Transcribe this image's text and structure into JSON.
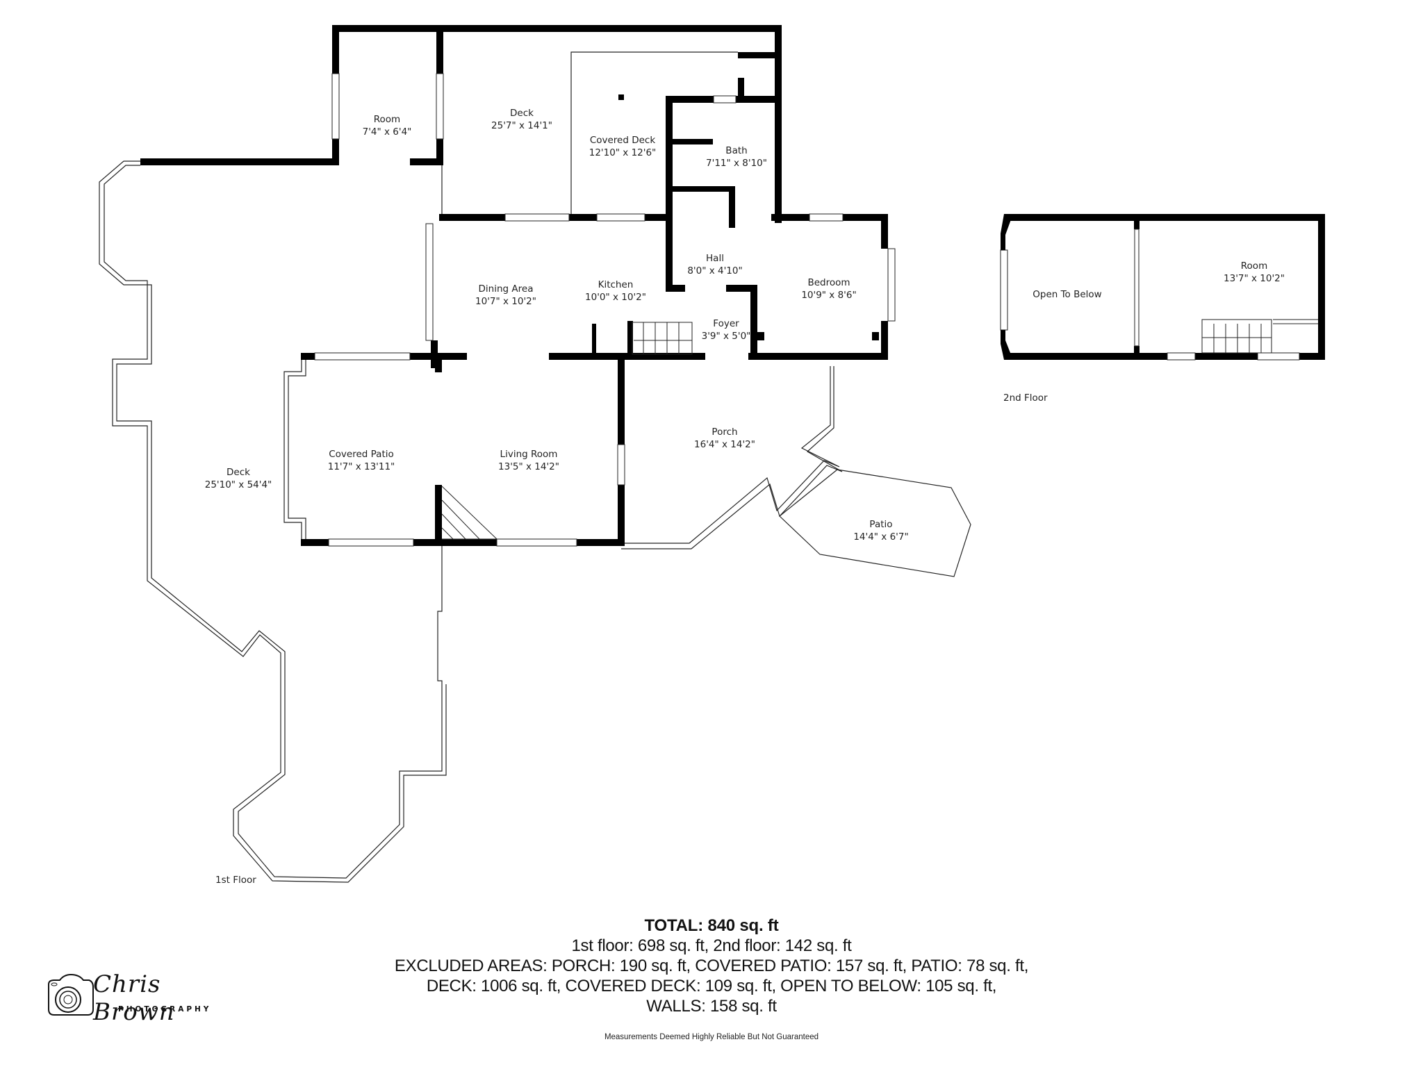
{
  "floor_plan": {
    "first_floor": {
      "label": "1st Floor",
      "rooms": [
        {
          "name": "Room",
          "dims": "7'4\" x 6'4\""
        },
        {
          "name": "Deck",
          "dims": "25'7\" x 14'1\""
        },
        {
          "name": "Covered Deck",
          "dims": "12'10\" x 12'6\""
        },
        {
          "name": "Bath",
          "dims": "7'11\" x 8'10\""
        },
        {
          "name": "Hall",
          "dims": "8'0\" x 4'10\""
        },
        {
          "name": "Dining Area",
          "dims": "10'7\" x 10'2\""
        },
        {
          "name": "Kitchen",
          "dims": "10'0\" x 10'2\""
        },
        {
          "name": "Bedroom",
          "dims": "10'9\" x 8'6\""
        },
        {
          "name": "Foyer",
          "dims": "3'9\" x 5'0\""
        },
        {
          "name": "Porch",
          "dims": "16'4\" x 14'2\""
        },
        {
          "name": "Covered Patio",
          "dims": "11'7\" x 13'11\""
        },
        {
          "name": "Living Room",
          "dims": "13'5\" x 14'2\""
        },
        {
          "name": "Deck",
          "dims": "25'10\" x 54'4\""
        },
        {
          "name": "Patio",
          "dims": "14'4\" x 6'7\""
        }
      ]
    },
    "second_floor": {
      "label": "2nd Floor",
      "rooms": [
        {
          "name": "Open To Below",
          "dims": ""
        },
        {
          "name": "Room",
          "dims": "13'7\" x 10'2\""
        }
      ]
    }
  },
  "summary": {
    "total": "TOTAL: 840 sq. ft",
    "floors": "1st floor: 698 sq. ft, 2nd floor: 142 sq. ft",
    "excluded_1": "EXCLUDED AREAS: PORCH: 190 sq. ft, COVERED PATIO: 157 sq. ft, PATIO: 78 sq. ft,",
    "excluded_2": "DECK: 1006 sq. ft, COVERED DECK: 109 sq. ft, OPEN TO BELOW: 105 sq. ft,",
    "excluded_3": "WALLS: 158 sq. ft"
  },
  "disclaimer": "Measurements Deemed Highly Reliable But Not Guaranteed",
  "logo": {
    "script": "Chris Brown",
    "subtitle": "PHOTOGRAPHY",
    "icon": "camera-icon"
  },
  "colors": {
    "wall": "#000000",
    "background": "#ffffff",
    "text": "#222222"
  }
}
